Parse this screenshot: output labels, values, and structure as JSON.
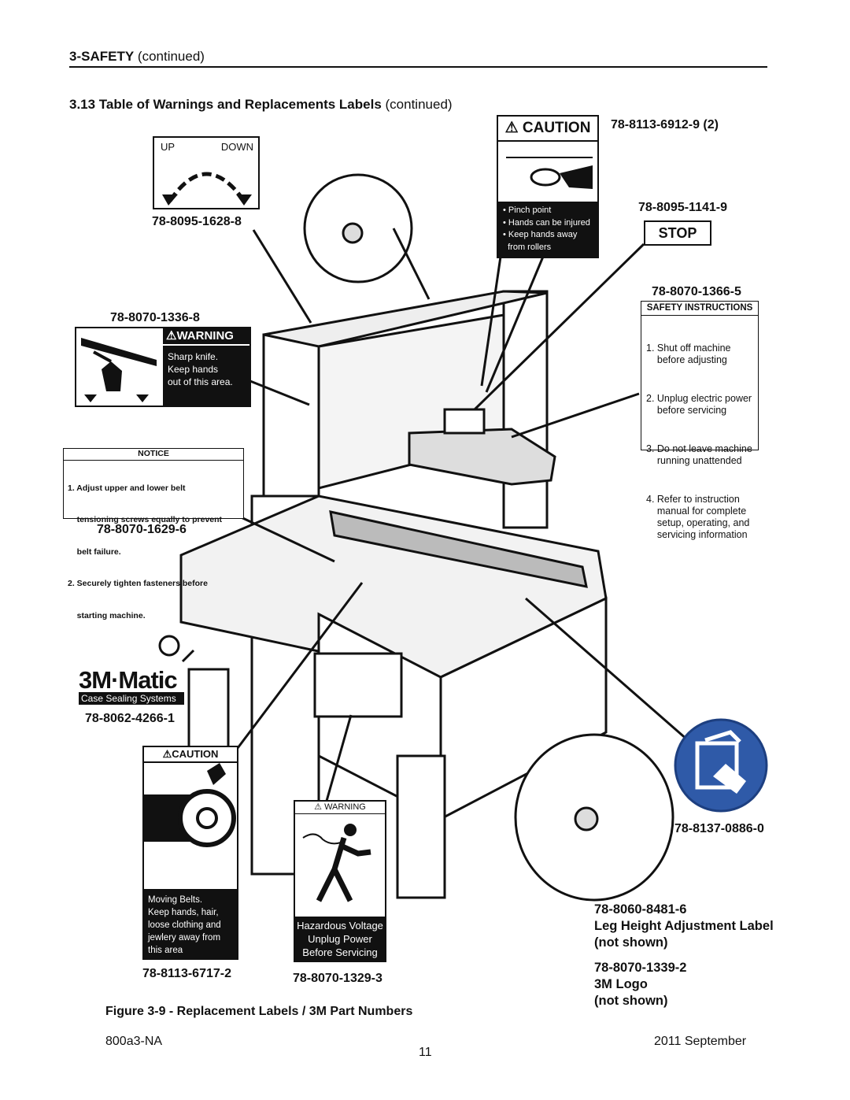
{
  "header": {
    "section_bold": "3-SAFETY",
    "section_rest": " (continued)"
  },
  "section": {
    "title_bold": "3.13 Table of Warnings and Replacements Labels",
    "title_rest": " (continued)"
  },
  "labels": {
    "updown": {
      "part": "78-8095-1628-8",
      "up": "UP",
      "down": "DOWN"
    },
    "caution_pinch": {
      "part": "78-8113-6912-9 (2)",
      "heading": "CAUTION",
      "lines": [
        "• Pinch point",
        "• Hands can be injured",
        "• Keep hands away",
        "  from rollers"
      ]
    },
    "stop": {
      "part": "78-8095-1141-9",
      "text": "STOP"
    },
    "safety_instructions": {
      "part": "78-8070-1366-5",
      "heading": "SAFETY INSTRUCTIONS",
      "items": [
        [
          "1. Shut off machine",
          "    before adjusting"
        ],
        [
          "2. Unplug electric power",
          "    before servicing"
        ],
        [
          "3. Do not leave machine",
          "    running unattended"
        ],
        [
          "4. Refer to instruction",
          "    manual for complete",
          "    setup, operating, and",
          "    servicing information"
        ]
      ]
    },
    "warning_knife": {
      "part": "78-8070-1336-8",
      "heading": "WARNING",
      "lines": [
        "Sharp knife.",
        "Keep hands",
        "out of this area."
      ]
    },
    "notice": {
      "part": "78-8070-1629-6",
      "heading": "NOTICE",
      "lines": [
        "1. Adjust upper and lower belt",
        "    tensioning screws equally to prevent",
        "    belt failure.",
        "2. Securely tighten fasteners before",
        "    starting machine."
      ]
    },
    "logo": {
      "part": "78-8062-4266-1",
      "brand": "3M·Matic",
      "sub": "Case Sealing Systems"
    },
    "caution_belts": {
      "part": "78-8113-6717-2",
      "heading": "CAUTION",
      "lines": [
        "Moving Belts.",
        "Keep hands, hair,",
        "loose clothing and",
        "jewlery away from",
        "this area"
      ]
    },
    "warning_voltage": {
      "part": "78-8070-1329-3",
      "heading": "WARNING",
      "lines": [
        "Hazardous Voltage",
        "Unplug Power",
        "Before Servicing"
      ]
    },
    "manual_sign": {
      "part": "78-8137-0886-0"
    },
    "not_shown": [
      {
        "part": "78-8060-8481-6",
        "desc": [
          "Leg Height Adjustment Label",
          "(not shown)"
        ]
      },
      {
        "part": "78-8070-1339-2",
        "desc": [
          "3M Logo",
          "(not shown)"
        ]
      }
    ]
  },
  "caption": "Figure 3-9 - Replacement Labels / 3M Part Numbers",
  "footer": {
    "left": "800a3-NA",
    "center": "11",
    "right": "2011 September"
  }
}
